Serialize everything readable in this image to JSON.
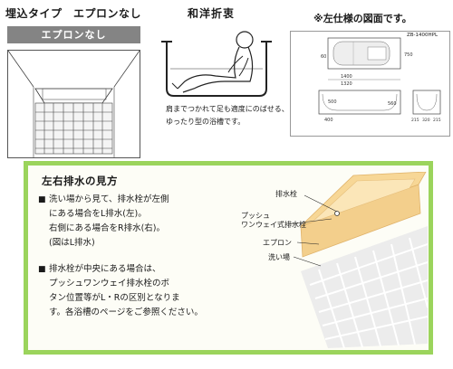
{
  "header": {
    "title": "埋込タイプ　エプロンなし",
    "type_label": "エプロンなし"
  },
  "bath_style": {
    "label": "和洋折衷",
    "caption_lines": [
      "肩までつかれて足も適度にのばせる、",
      "ゆったり型の浴槽です。"
    ]
  },
  "drawing": {
    "note": "※左仕様の図面です。",
    "model": "ZB-1400HPL",
    "dims": [
      "750",
      "1320",
      "1400",
      "60",
      "500",
      "400",
      "560",
      "215",
      "320",
      "215"
    ]
  },
  "drain_guide": {
    "title": "左右排水の見方",
    "bullet_mark": "■",
    "para1_lines": [
      "洗い場から見て、排水栓が左側",
      "にある場合をL排水(左)。",
      "右側にある場合をR排水(右)。",
      "(図はL排水)"
    ],
    "para2_lines": [
      "排水栓が中央にある場合は、",
      "プッシュワンウェイ排水栓のボ",
      "タン位置等がL・Rの区別となりま",
      "す。各浴槽のページをご参照ください。"
    ],
    "labels": {
      "drain_plug": "排水栓",
      "push_oneway_1": "プッシュ",
      "push_oneway_2": "ワンウェイ式排水栓",
      "apron": "エプロン",
      "wash_area": "洗い場"
    }
  },
  "colors": {
    "panel_border": "#9bd45c",
    "tub_fill": "#f5d08e",
    "tile_fill": "#ececec"
  }
}
